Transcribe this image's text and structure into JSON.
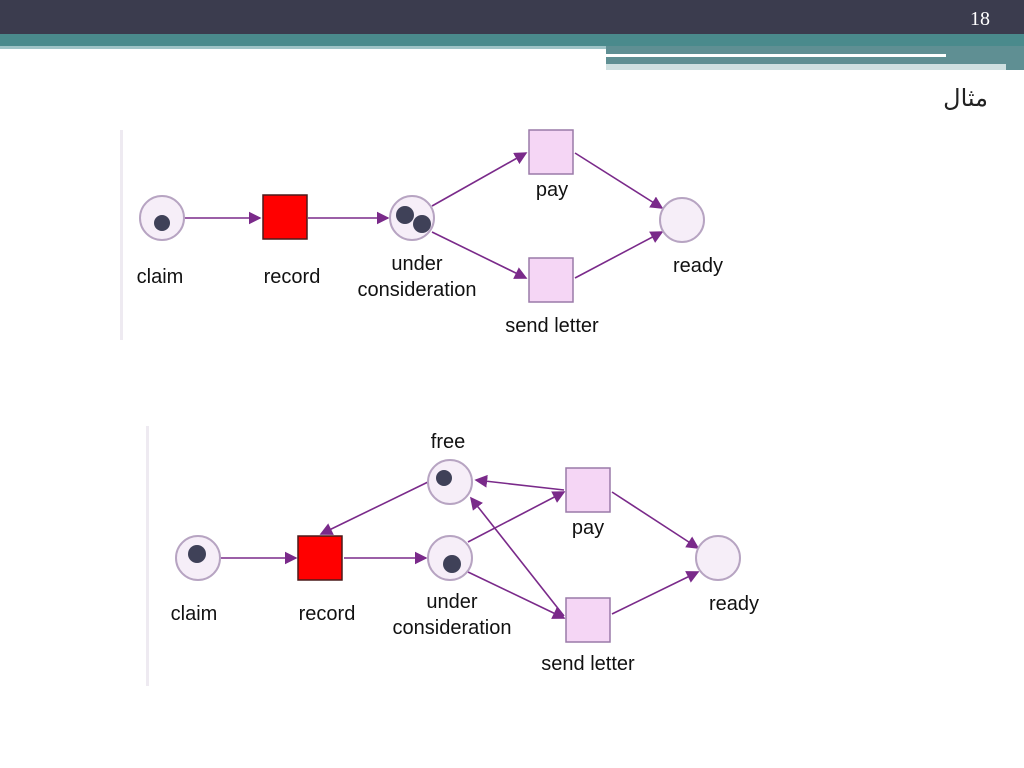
{
  "slide": {
    "number": "18",
    "title": "مثال"
  },
  "diagram1": {
    "labels": {
      "claim": "claim",
      "record": "record",
      "under1": "under",
      "under2": "consideration",
      "pay": "pay",
      "send_letter": "send letter",
      "ready": "ready"
    }
  },
  "diagram2": {
    "labels": {
      "free": "free",
      "claim": "claim",
      "record": "record",
      "under1": "under",
      "under2": "consideration",
      "pay": "pay",
      "send_letter": "send letter",
      "ready": "ready"
    }
  },
  "colors": {
    "arc": "#7a2a8a",
    "place_fill": "#f6eef8",
    "place_stroke": "#b7a4c2",
    "token": "#3f4158",
    "transition_enabled": "#ff0000",
    "transition_idle": "#f5d6f5"
  }
}
